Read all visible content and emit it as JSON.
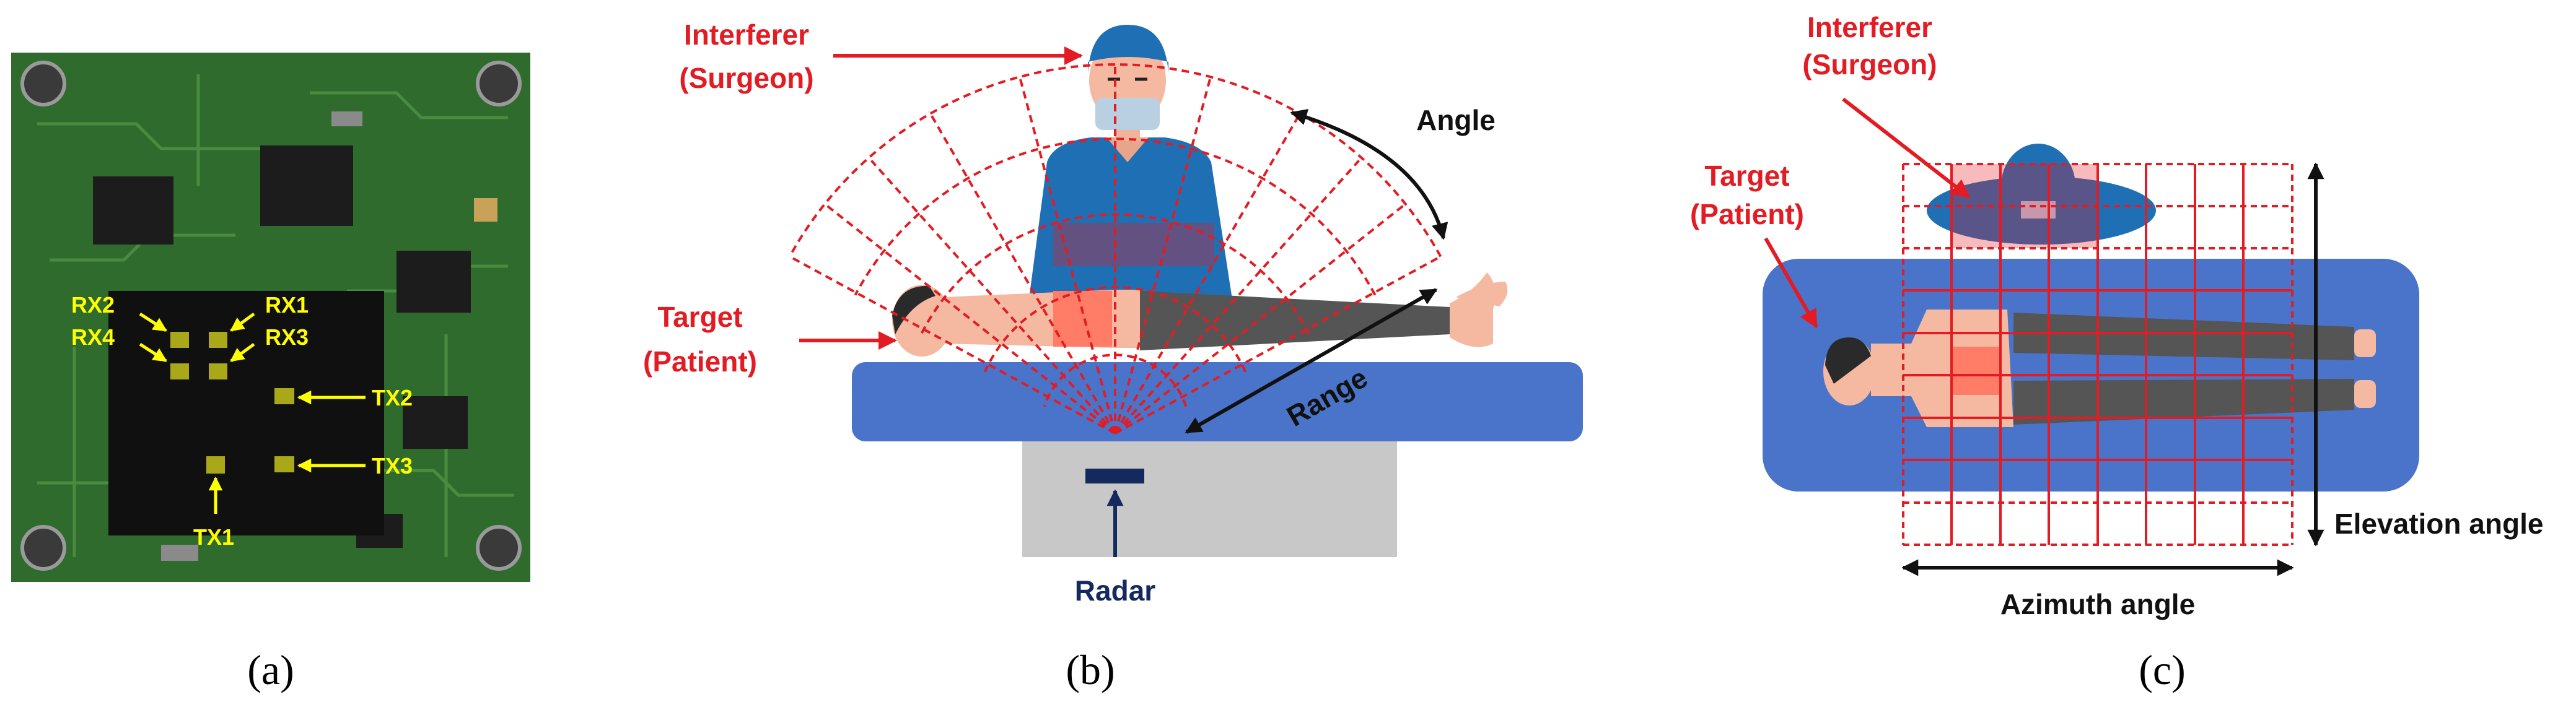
{
  "panel_a": {
    "caption": "(a)",
    "antenna_labels": {
      "rx2": "RX2",
      "rx1": "RX1",
      "rx4": "RX4",
      "rx3": "RX3",
      "tx2": "TX2",
      "tx3": "TX3",
      "tx1": "TX1"
    }
  },
  "panel_b": {
    "caption": "(b)",
    "interferer_line1": "Interferer",
    "interferer_line2": "(Surgeon)",
    "target_line1": "Target",
    "target_line2": "(Patient)",
    "angle_label": "Angle",
    "range_label": "Range",
    "radar_label": "Radar"
  },
  "panel_c": {
    "caption": "(c)",
    "interferer_line1": "Interferer",
    "interferer_line2": "(Surgeon)",
    "target_line1": "Target",
    "target_line2": "(Patient)",
    "elevation_label": "Elevation angle",
    "azimuth_label": "Azimuth angle"
  },
  "colors": {
    "annotation_red": "#e31b23",
    "pcb_green": "#2f6b2c",
    "antenna_yellow": "#ffff00",
    "bed_blue": "#4a74c9",
    "radar_navy": "#14295e",
    "surgeon_blue": "#1f6fb5",
    "skin": "#f4b9a0"
  }
}
